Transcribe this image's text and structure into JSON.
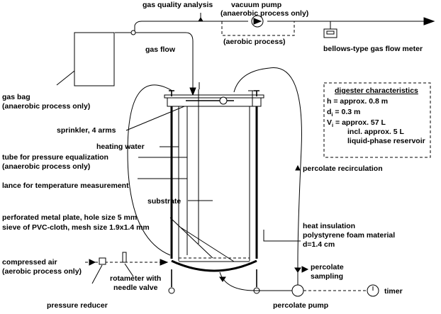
{
  "labels": {
    "gas_quality": "gas quality analysis",
    "vacuum_pump_1": "vacuum pump",
    "vacuum_pump_2": "(anaerobic process only)",
    "aerobic_process": "(aerobic process)",
    "gas_flow": "gas flow",
    "bellows_meter": "bellows-type gas flow meter",
    "gas_bag_1": "gas bag",
    "gas_bag_2": "(anaerobic process only)",
    "sprinkler": "sprinkler, 4 arms",
    "heating_water": "heating water",
    "tube_pressure_1": "tube for pressure equalization",
    "tube_pressure_2": "(anaerobic process only)",
    "lance": "lance for temperature measurement",
    "substrate": "substrate",
    "perforated_plate": "perforated metal plate, hole size 5 mm",
    "sieve": "sieve of PVC-cloth, mesh size 1.9x1.4 mm",
    "compressed_air_1": "compressed air",
    "compressed_air_2": "(aerobic process only)",
    "pressure_reducer": "pressure reducer",
    "rotameter_1": "rotameter with",
    "rotameter_2": "needle valve",
    "percolate_recirc": "percolate recirculation",
    "heat_insulation_1": "heat insulation",
    "heat_insulation_2": "polystyrene foam material",
    "heat_insulation_3": "d=1.4 cm",
    "percolate_sampling_1": "percolate",
    "percolate_sampling_2": "sampling",
    "timer": "timer",
    "percolate_pump": "percolate pump"
  },
  "characteristics": {
    "title": "digester characteristics",
    "h_text": "h  = approx. 0.8 m",
    "d_sym": "d",
    "d_sub": "i",
    "d_val": " = 0.3 m",
    "v_sym": "V",
    "v_sub": "i",
    "v_val": " = approx. 57 L",
    "incl_1": "incl. approx. 5 L",
    "incl_2": "liquid-phase reservoir"
  }
}
